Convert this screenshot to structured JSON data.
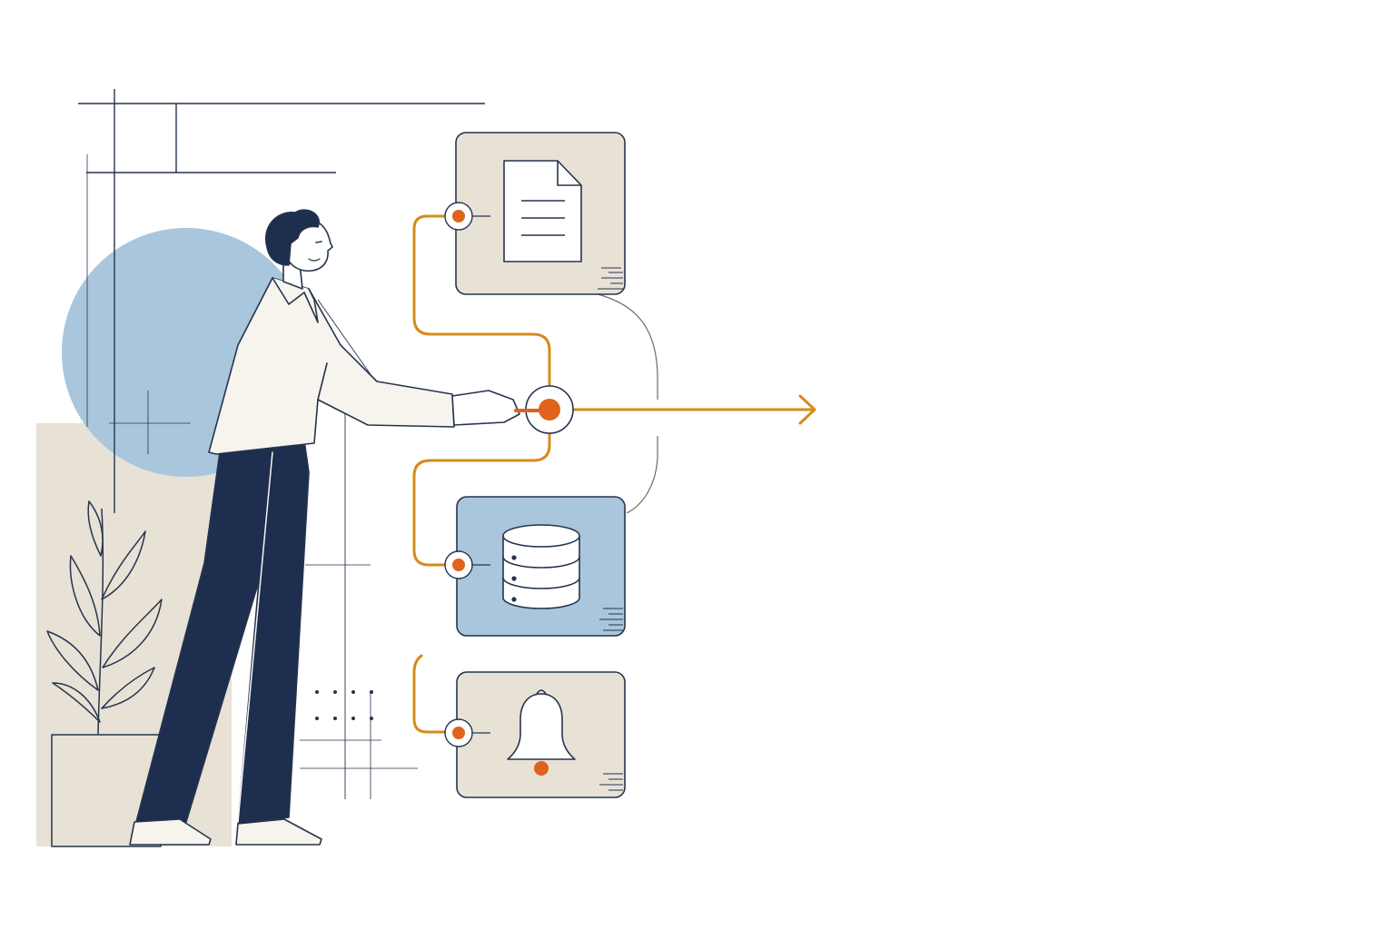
{
  "palette": {
    "navy": "#1d2e4f",
    "line": "#25344d",
    "accent_orange": "#e0621d",
    "connector_gold": "#d58c1a",
    "beige": "#e8e1d6",
    "blue": "#a9c6dc",
    "white": "#ffffff",
    "shirt": "#f7f4ee"
  },
  "diagram": {
    "hub": {
      "icon": "hub-node"
    },
    "output": {
      "icon": "arrow-right-icon"
    },
    "modules": [
      {
        "name": "document",
        "icon": "document-icon",
        "fill": "beige"
      },
      {
        "name": "database",
        "icon": "database-icon",
        "fill": "blue"
      },
      {
        "name": "notification",
        "icon": "bell-icon",
        "fill": "beige"
      }
    ]
  },
  "figure": {
    "subject": "person-pressing-hub",
    "plant": "potted-plant-icon"
  }
}
